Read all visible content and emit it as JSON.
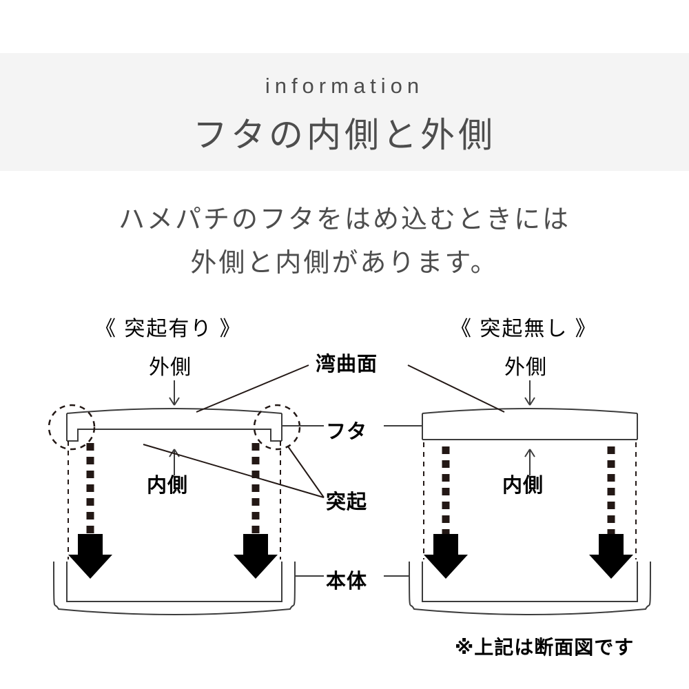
{
  "header": {
    "eyebrow": "information",
    "title": "フタの内側と外側",
    "band_color": "#f4f4f4"
  },
  "lead": {
    "line1": "ハメパチのフタをはめ込むときには",
    "line2": "外側と内側があります。"
  },
  "panels": [
    {
      "id": "with-protrusion",
      "heading": "《 突起有り 》",
      "outer_label": "外側",
      "outer_arrow": "↓",
      "inner_label": "内側",
      "inner_arrow": "↑"
    },
    {
      "id": "without-protrusion",
      "heading": "《 突起無し 》",
      "outer_label": "外側",
      "outer_arrow": "↓",
      "inner_label": "内側",
      "inner_arrow": "↑"
    }
  ],
  "callouts": {
    "curved_surface": "湾曲面",
    "lid": "フタ",
    "protrusion": "突起",
    "body": "本体"
  },
  "footnote": "※上記は断面図です",
  "colors": {
    "text": "#4d4d4d",
    "diagram_ink": "#231815",
    "line": "#3c3c3c",
    "band": "#f4f4f4"
  }
}
